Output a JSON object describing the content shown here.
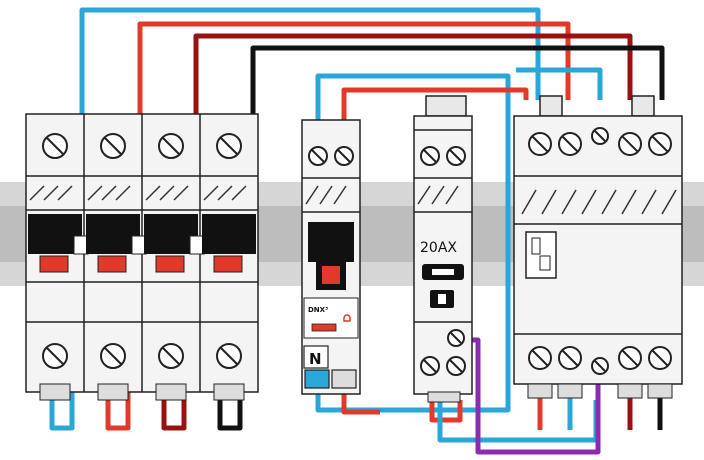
{
  "contactor_label": "20AX",
  "rcd_brand": "DNX³",
  "neutral_label": "N",
  "colors": {
    "blue": "#2aa6d9",
    "red": "#e23a2a",
    "dark_red": "#9b1010",
    "black": "#111111",
    "purple": "#8b2bb0",
    "rail": "#cfcfcf",
    "module": "#f4f4f4"
  }
}
